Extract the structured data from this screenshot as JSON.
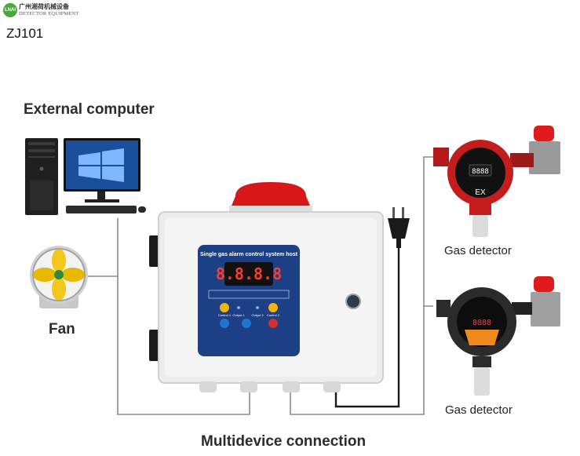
{
  "logo": {
    "badge": "LNAI",
    "company_cn": "广州湘荷机械设备",
    "company_en": "DETECTOR EQUIPMENT"
  },
  "model": "ZJ101",
  "labels": {
    "external_computer": "External computer",
    "fan": "Fan",
    "gas_detector_1": "Gas detector",
    "gas_detector_2": "Gas detector",
    "bottom": "Multidevice connection"
  },
  "panel": {
    "title": "Single gas alarm control system host",
    "display": "8.8.8.8",
    "buttons": [
      "Control 1",
      "Output 1",
      "Output 2",
      "Control 2"
    ],
    "detector_display": "8888",
    "detector_mark": "EX"
  }
}
